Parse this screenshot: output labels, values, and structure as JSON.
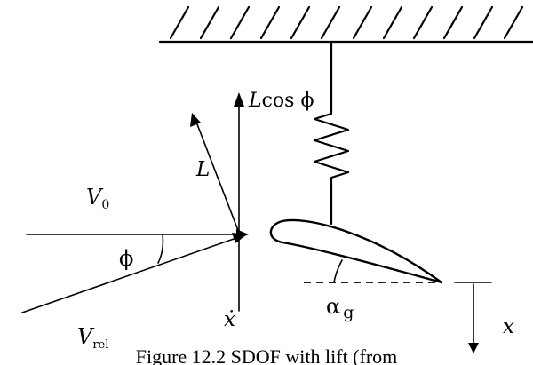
{
  "labels": {
    "L_cos_L": "L",
    "L_cos_rest": "cos ",
    "L_cos_phi": "ϕ",
    "L": "L",
    "V0_main": "V",
    "V0_sub": "0",
    "phi": "ϕ",
    "Vrel_main": "V",
    "Vrel_sub": "rel",
    "xdot": "ẋ",
    "alpha_main": "α",
    "alpha_sub": "g",
    "x": "x"
  },
  "caption": "Figure 12.2 SDOF with lift (from",
  "colors": {
    "ink": "#000000",
    "background": "#ffffff"
  }
}
